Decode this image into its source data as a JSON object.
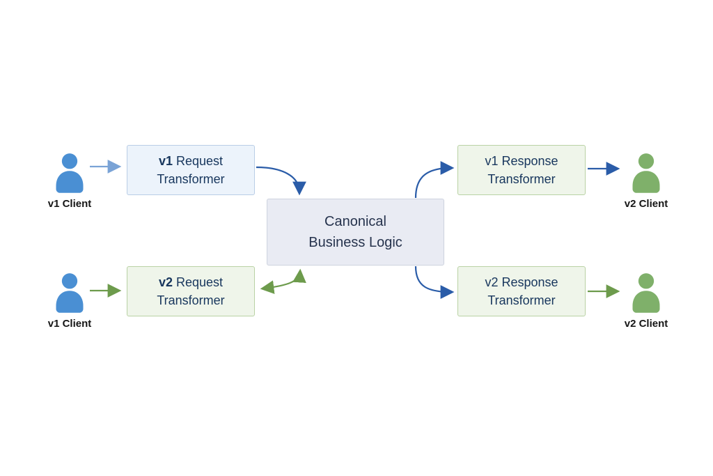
{
  "diagram": {
    "clients": {
      "v1_top": {
        "label": "v1 Client"
      },
      "v1_bottom": {
        "label": "v1 Client"
      },
      "v2_top": {
        "label": "v2 Client"
      },
      "v2_bottom": {
        "label": "v2 Client"
      }
    },
    "nodes": {
      "v1_request": {
        "version": "v1",
        "line1_rest": "Request",
        "line2": "Transformer"
      },
      "v2_request": {
        "version": "v2",
        "line1_rest": "Request",
        "line2": "Transformer"
      },
      "canonical": {
        "line1": "Canonical",
        "line2": "Business Logic"
      },
      "v1_response": {
        "line1": "v1 Response",
        "line2": "Transformer"
      },
      "v2_response": {
        "line1": "v2 Response",
        "line2": "Transformer"
      }
    },
    "colors": {
      "blue_client": "#4a8fd3",
      "green_client": "#7fb06a",
      "blue_box_bg": "#ecf3fb",
      "blue_box_border": "#b9cde6",
      "green_box_bg": "#eff5ea",
      "green_box_border": "#b9d2a4",
      "center_box_bg": "#e9ebf3",
      "center_box_border": "#cdd2de",
      "arrow_blue": "#2a5ca8",
      "arrow_light_blue": "#7aa3d6",
      "arrow_green": "#6d9b4c",
      "text_navy": "#17365d"
    }
  }
}
